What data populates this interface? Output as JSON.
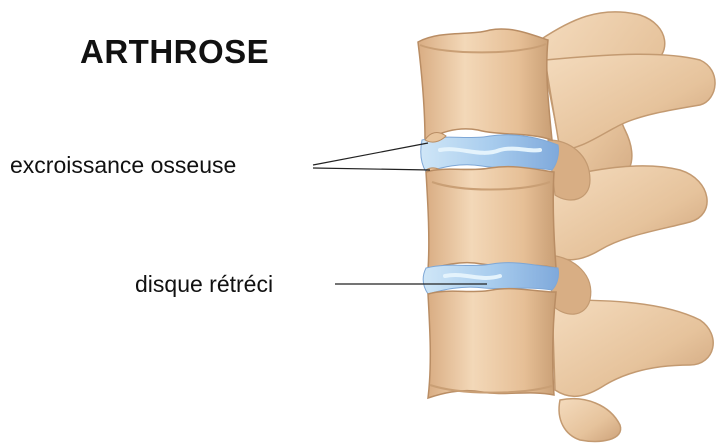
{
  "diagram": {
    "title": "ARTHROSE",
    "labels": {
      "bone_growth": "excroissance osseuse",
      "narrowed_disc": "disque rétréci"
    }
  },
  "colors": {
    "bone_fill": "#e9c7a0",
    "bone_shadow": "#c99f75",
    "bone_highlight": "#f6e0c4",
    "bone_outline": "#b98d64",
    "disc_fill": "#9cc4ea",
    "disc_highlight": "#dbeefa",
    "leader_line": "#222222"
  }
}
